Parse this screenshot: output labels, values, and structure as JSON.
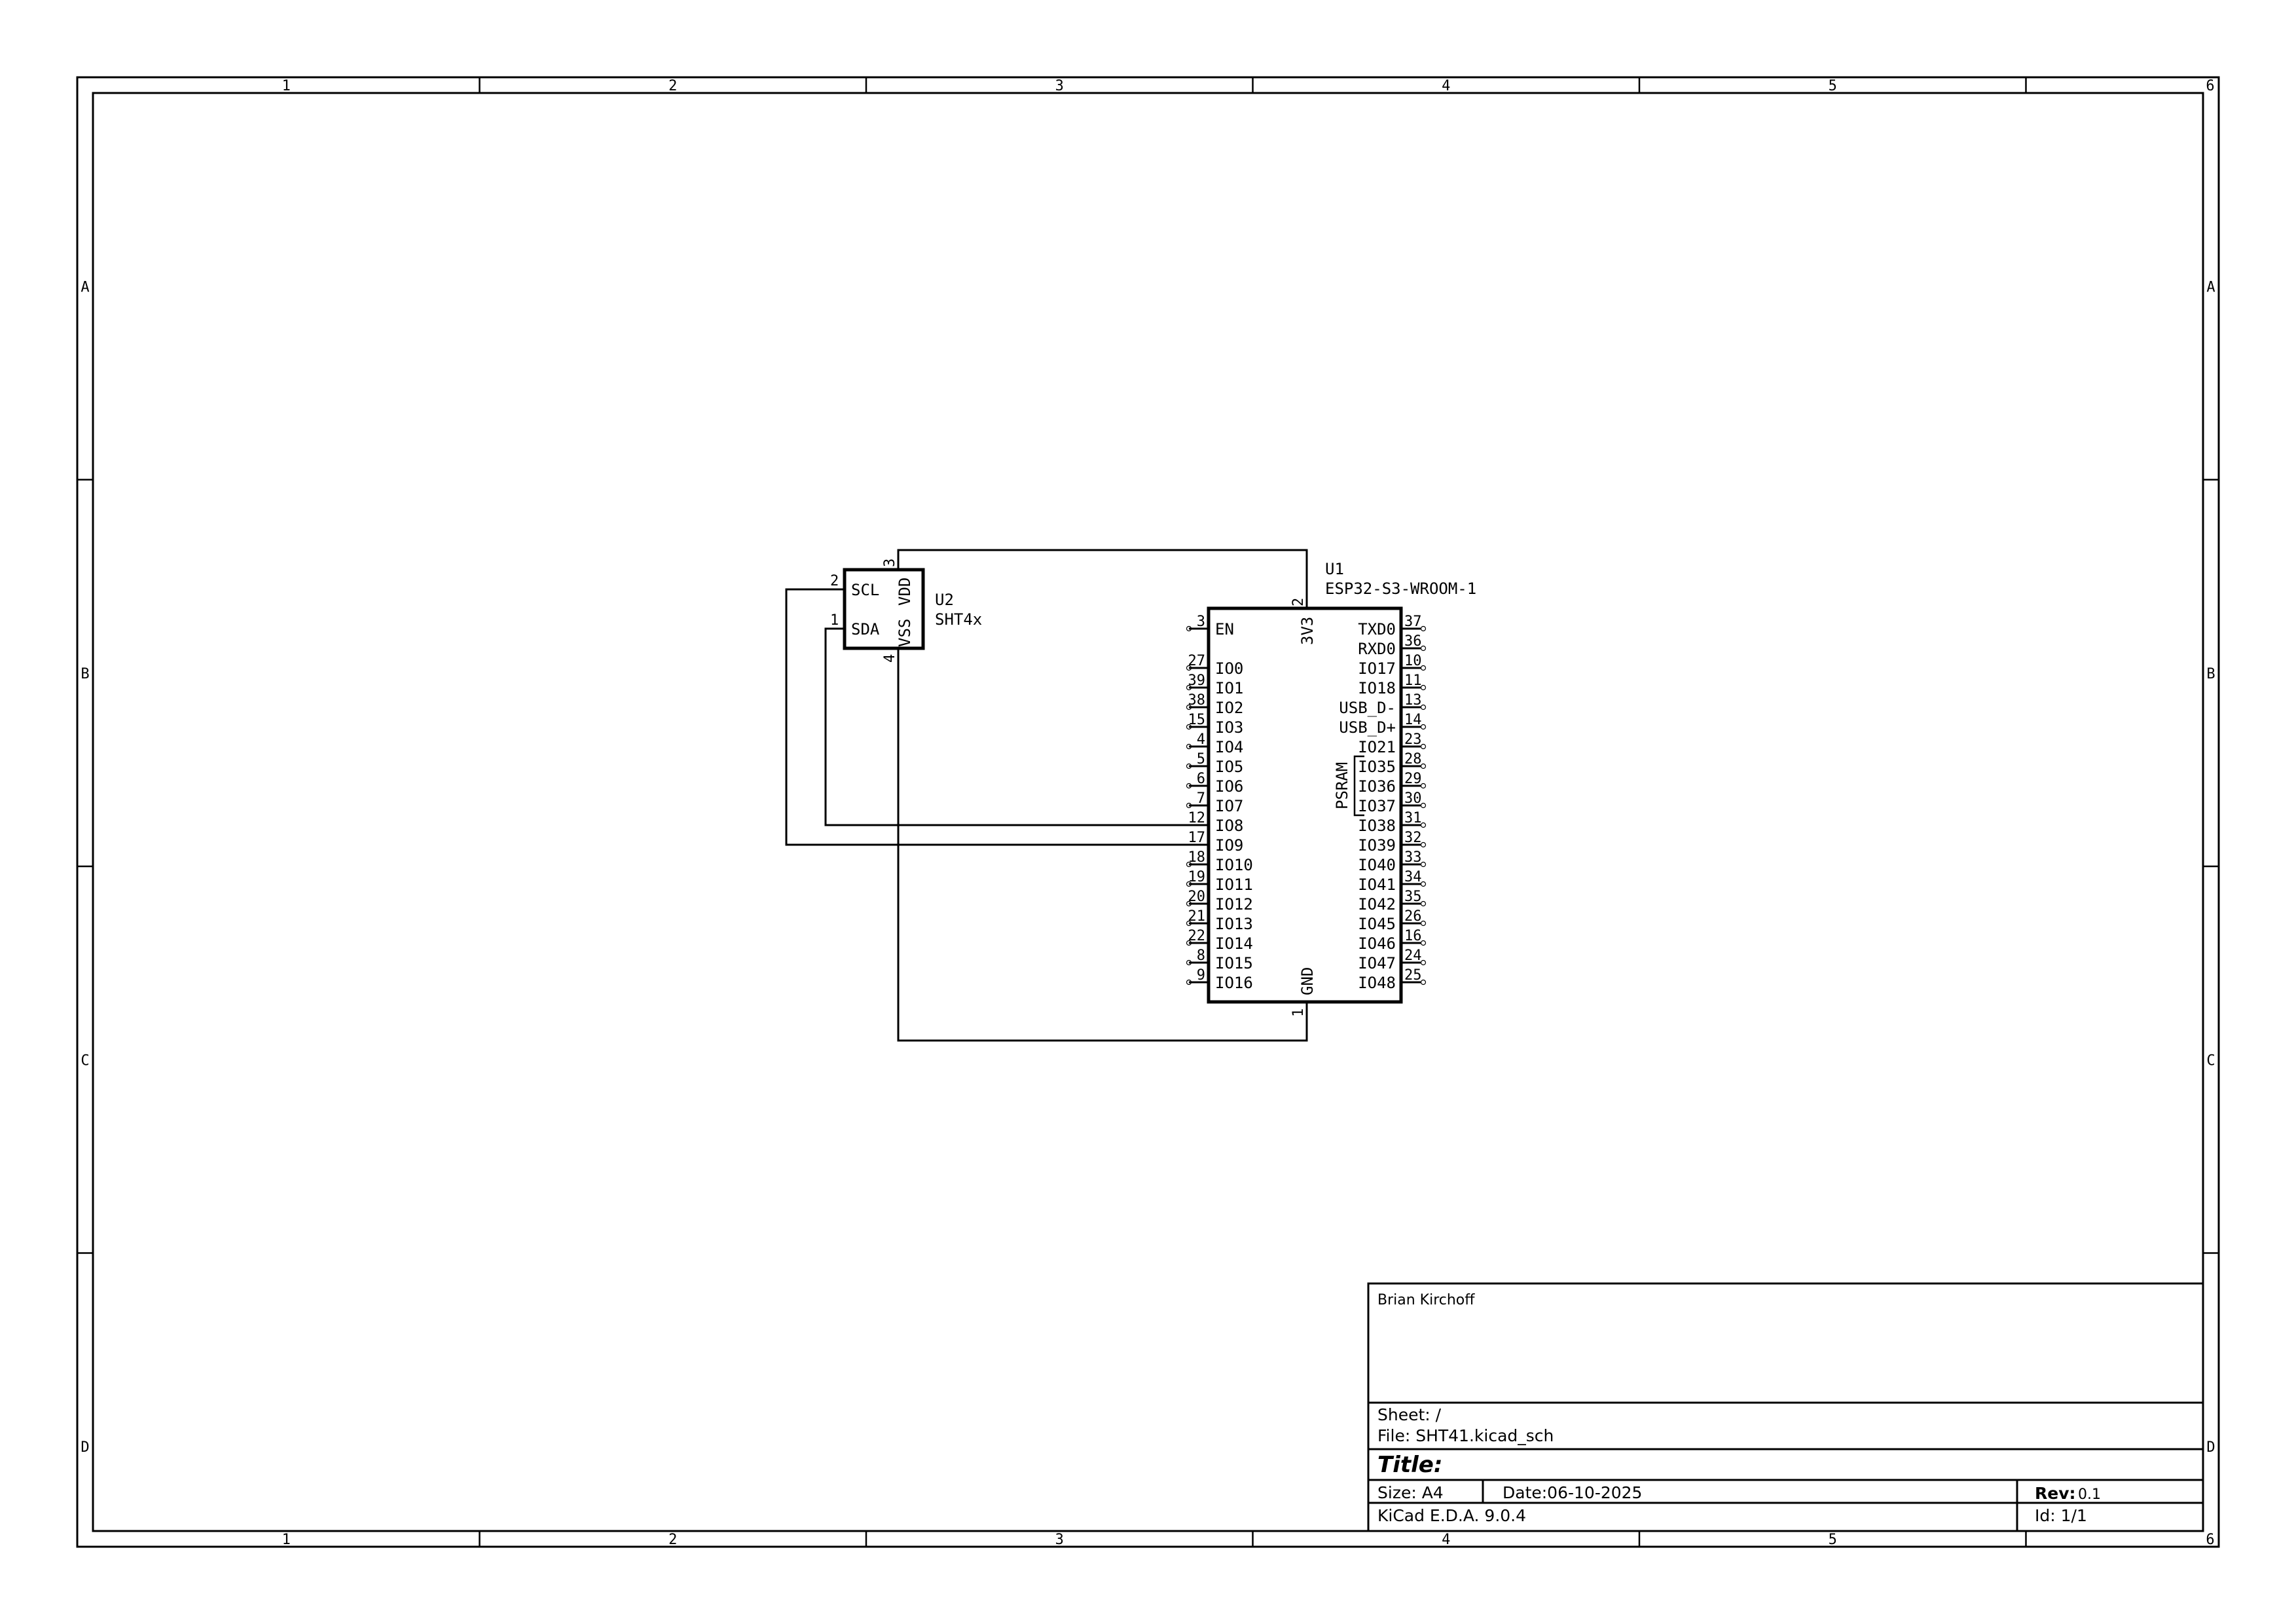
{
  "sheet": {
    "columns": [
      "1",
      "2",
      "3",
      "4",
      "5",
      "6"
    ],
    "rows": [
      "A",
      "B",
      "C",
      "D"
    ]
  },
  "components": {
    "u2": {
      "reference": "U2",
      "value": "SHT4x",
      "pins": {
        "scl": {
          "name": "SCL",
          "number": "2"
        },
        "sda": {
          "name": "SDA",
          "number": "1"
        },
        "vdd": {
          "name": "VDD",
          "number": "3"
        },
        "vss": {
          "name": "VSS",
          "number": "4"
        }
      }
    },
    "u1": {
      "reference": "U1",
      "value": "ESP32-S3-WROOM-1",
      "top_pin": {
        "name": "3V3",
        "number": "2"
      },
      "bottom_pin": {
        "name": "GND",
        "number": "1"
      },
      "psram_label": "PSRAM",
      "left_pins": [
        {
          "name": "EN",
          "number": "3"
        },
        {
          "name": "IO0",
          "number": "27"
        },
        {
          "name": "IO1",
          "number": "39"
        },
        {
          "name": "IO2",
          "number": "38"
        },
        {
          "name": "IO3",
          "number": "15"
        },
        {
          "name": "IO4",
          "number": "4"
        },
        {
          "name": "IO5",
          "number": "5"
        },
        {
          "name": "IO6",
          "number": "6"
        },
        {
          "name": "IO7",
          "number": "7"
        },
        {
          "name": "IO8",
          "number": "12"
        },
        {
          "name": "IO9",
          "number": "17"
        },
        {
          "name": "IO10",
          "number": "18"
        },
        {
          "name": "IO11",
          "number": "19"
        },
        {
          "name": "IO12",
          "number": "20"
        },
        {
          "name": "IO13",
          "number": "21"
        },
        {
          "name": "IO14",
          "number": "22"
        },
        {
          "name": "IO15",
          "number": "8"
        },
        {
          "name": "IO16",
          "number": "9"
        }
      ],
      "right_pins": [
        {
          "name": "TXD0",
          "number": "37"
        },
        {
          "name": "RXD0",
          "number": "36"
        },
        {
          "name": "IO17",
          "number": "10"
        },
        {
          "name": "IO18",
          "number": "11"
        },
        {
          "name": "USB_D-",
          "number": "13"
        },
        {
          "name": "USB_D+",
          "number": "14"
        },
        {
          "name": "IO21",
          "number": "23"
        },
        {
          "name": "IO35",
          "number": "28"
        },
        {
          "name": "IO36",
          "number": "29"
        },
        {
          "name": "IO37",
          "number": "30"
        },
        {
          "name": "IO38",
          "number": "31"
        },
        {
          "name": "IO39",
          "number": "32"
        },
        {
          "name": "IO40",
          "number": "33"
        },
        {
          "name": "IO41",
          "number": "34"
        },
        {
          "name": "IO42",
          "number": "35"
        },
        {
          "name": "IO45",
          "number": "26"
        },
        {
          "name": "IO46",
          "number": "16"
        },
        {
          "name": "IO47",
          "number": "24"
        },
        {
          "name": "IO48",
          "number": "25"
        }
      ]
    }
  },
  "nets": [
    {
      "from": "U2.VDD (3)",
      "to": "U1.3V3 (2)"
    },
    {
      "from": "U2.VSS (4)",
      "to": "U1.GND (1)"
    },
    {
      "from": "U2.SCL (2)",
      "to": "U1.IO9 (17)"
    },
    {
      "from": "U2.SDA (1)",
      "to": "U1.IO8 (12)"
    }
  ],
  "title_block": {
    "company": "Brian Kirchoff",
    "sheet": "Sheet: /",
    "file": "File: SHT41.kicad_sch",
    "title_label": "Title:",
    "size": "Size: A4",
    "date": "Date:06-10-2025",
    "rev_label": "Rev:",
    "rev_value": "0.1",
    "generator": "KiCad E.D.A. 9.0.4",
    "id": "Id: 1/1"
  }
}
